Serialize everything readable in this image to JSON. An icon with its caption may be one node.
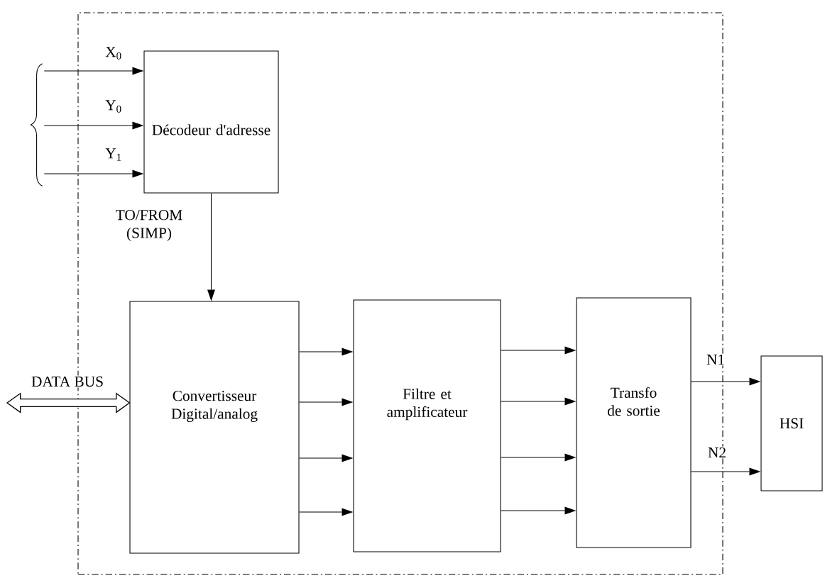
{
  "diagram": {
    "nodes": [
      {
        "text": [],
        "shape": "box"
      },
      {
        "text": [
          "Décodeur d'adresse"
        ],
        "in": 0
      },
      {
        "text": [
          "Convertisseur Digital/analog"
        ],
        "in": 0
      },
      {
        "text": [
          "Filtre et amplificateur"
        ],
        "in": 0
      },
      {
        "text": [
          "Transfo de sortie"
        ],
        "in": 0
      },
      {
        "text": [
          "HSI"
        ]
      },
      {
        "text": [],
        "shape": "brace"
      }
    ],
    "edges": [
      {
        "from": 6,
        "to": 1,
        "arrow": "to",
        "label": "X$_{0}$"
      },
      {
        "from": 6,
        "to": 1,
        "arrow": "to",
        "label": "Y$_{0}$"
      },
      {
        "from": 6,
        "to": 1,
        "arrow": "to",
        "label": "Y$_{1}$"
      },
      {
        "from": 1,
        "to": 2,
        "arrow": "to",
        "label": "TO/FROM (SIMP)"
      },
      {
        "from": null,
        "to": 2,
        "arrow": "both",
        "label": "DATA BUS",
        "style": "thick"
      },
      {
        "from": 2,
        "to": 3,
        "arrow": "to"
      },
      {
        "from": 2,
        "to": 3,
        "arrow": "to"
      },
      {
        "from": 2,
        "to": 3,
        "arrow": "to"
      },
      {
        "from": 2,
        "to": 3,
        "arrow": "to"
      },
      {
        "from": 3,
        "to": 4,
        "arrow": "to"
      },
      {
        "from": 3,
        "to": 4,
        "arrow": "to"
      },
      {
        "from": 3,
        "to": 4,
        "arrow": "to"
      },
      {
        "from": 3,
        "to": 4,
        "arrow": "to"
      },
      {
        "from": 4,
        "to": 5,
        "arrow": "to",
        "label": "N1"
      },
      {
        "from": 4,
        "to": 5,
        "arrow": "to",
        "label": "N2"
      }
    ]
  }
}
